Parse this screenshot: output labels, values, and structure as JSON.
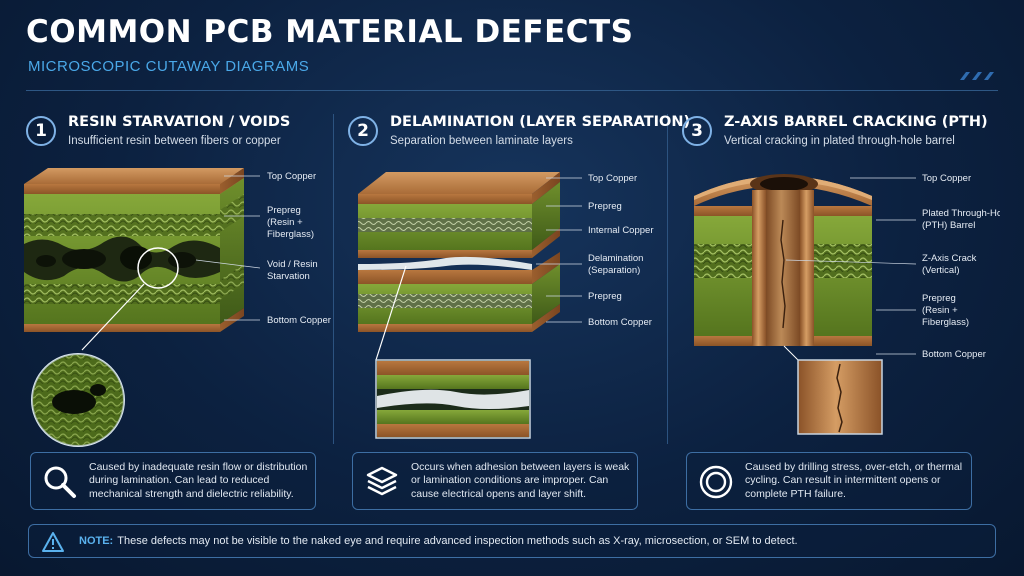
{
  "header": {
    "title": "COMMON PCB MATERIAL DEFECTS",
    "subtitle": "MICROSCOPIC CUTAWAY DIAGRAMS"
  },
  "colors": {
    "accent": "#4aa8e8",
    "background": "#0c2140",
    "copper": "#b87843",
    "prepreg": "#6b8e2a"
  },
  "panels": [
    {
      "number": "1",
      "title": "RESIN STARVATION / VOIDS",
      "description": "Insufficient resin between fibers or copper",
      "labels": {
        "top_copper": "Top Copper",
        "prepreg_1": "Prepreg",
        "prepreg_2": "(Resin +",
        "prepreg_3": "Fiberglass)",
        "void_1": "Void / Resin",
        "void_2": "Starvation",
        "bottom_copper": "Bottom Copper"
      },
      "icon": "magnifier-icon",
      "info": "Caused by inadequate resin flow or distribution during lamination. Can lead to reduced mechanical strength and dielectric reliability."
    },
    {
      "number": "2",
      "title": "DELAMINATION (LAYER SEPARATION)",
      "description": "Separation between laminate layers",
      "labels": {
        "top_copper": "Top Copper",
        "prepreg_top": "Prepreg",
        "internal_copper": "Internal Copper",
        "delam_1": "Delamination",
        "delam_2": "(Separation)",
        "prepreg_bottom": "Prepreg",
        "bottom_copper": "Bottom Copper"
      },
      "icon": "layers-icon",
      "info": "Occurs when adhesion between layers is weak or lamination conditions are improper. Can cause electrical opens and layer shift."
    },
    {
      "number": "3",
      "title": "Z-AXIS BARREL CRACKING (PTH)",
      "description": "Vertical cracking in plated through-hole barrel",
      "labels": {
        "top_copper": "Top Copper",
        "pth_1": "Plated Through-Hole",
        "pth_2": "(PTH) Barrel",
        "crack_1": "Z-Axis Crack",
        "crack_2": "(Vertical)",
        "prepreg_1": "Prepreg",
        "prepreg_2": "(Resin +",
        "prepreg_3": "Fiberglass)",
        "bottom_copper": "Bottom Copper"
      },
      "icon": "concentric-rings-icon",
      "info": "Caused by drilling stress, over-etch, or thermal cycling. Can result in intermittent opens or complete PTH failure."
    }
  ],
  "note": {
    "label": "NOTE:",
    "text": "These defects may not be visible to the naked eye and require advanced inspection methods such as X-ray, microsection, or SEM to detect."
  }
}
